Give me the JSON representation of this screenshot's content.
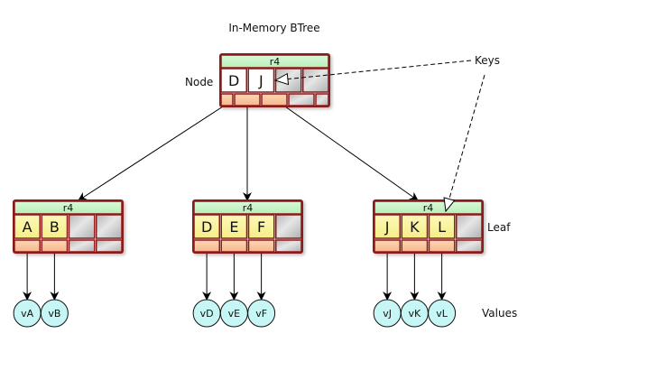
{
  "title": "In-Memory BTree",
  "labels": {
    "node": "Node",
    "keys": "Keys",
    "leaf": "Leaf",
    "values": "Values"
  },
  "colors": {
    "border": "#8b1a1a",
    "header": "#c8f5c8",
    "key_leaf": "#fbf6a0",
    "key_root": "#ffffff",
    "pointer": "#f8c8a0",
    "empty": "#c4c4c4",
    "value": "#c6f6f6"
  },
  "root": {
    "header": "r4",
    "keys": [
      "D",
      "J"
    ],
    "capacity": 4,
    "used_pointers": 3
  },
  "leaves": [
    {
      "header": "r4",
      "keys": [
        "A",
        "B"
      ],
      "values": [
        "vA",
        "vB"
      ],
      "capacity": 4
    },
    {
      "header": "r4",
      "keys": [
        "D",
        "E",
        "F"
      ],
      "values": [
        "vD",
        "vE",
        "vF"
      ],
      "capacity": 4
    },
    {
      "header": "r4",
      "keys": [
        "J",
        "K",
        "L"
      ],
      "values": [
        "vJ",
        "vK",
        "vL"
      ],
      "capacity": 4
    }
  ]
}
